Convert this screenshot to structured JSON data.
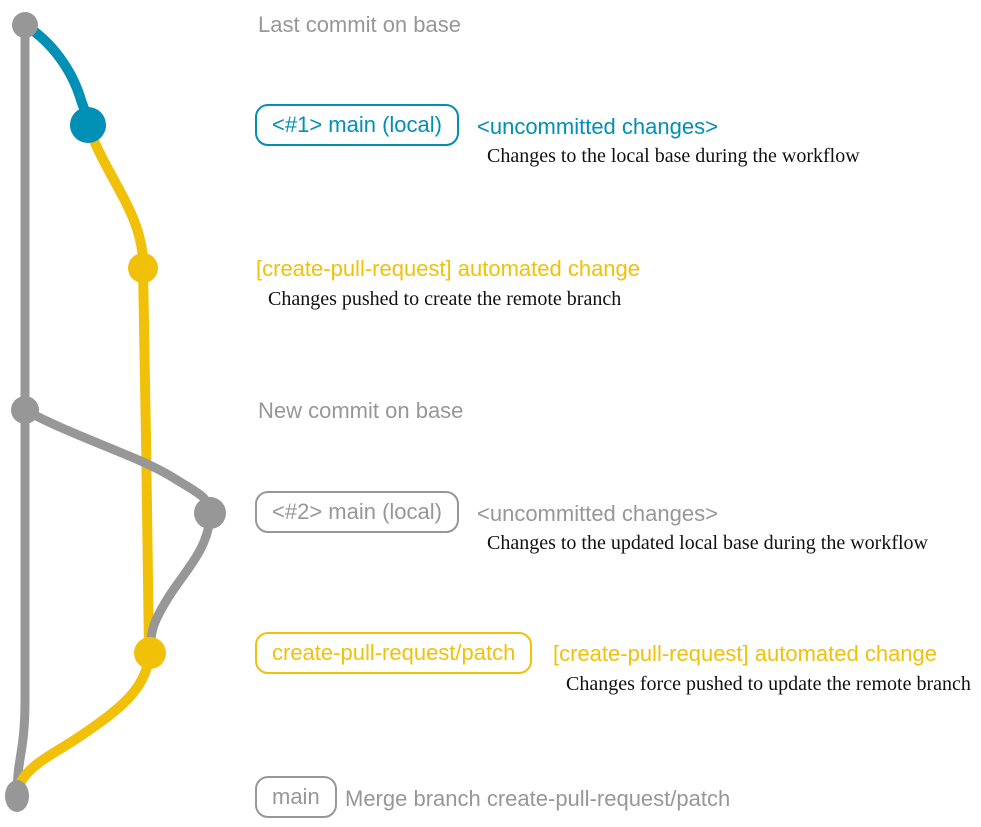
{
  "colors": {
    "gray": "#979797",
    "blue": "#008fb5",
    "yellow": "#f1c109",
    "ink": "#111111",
    "background": "#ffffff"
  },
  "graph": {
    "type": "git-commit-graph",
    "branches": [
      {
        "name": "base",
        "color_key": "gray"
      },
      {
        "name": "main (local)",
        "color_key": "blue"
      },
      {
        "name": "create-pull-request/patch",
        "color_key": "yellow"
      }
    ],
    "commits": [
      {
        "id": 1,
        "branch": "base",
        "color_key": "gray",
        "label": "Last commit on base"
      },
      {
        "id": 2,
        "branch": "main (local)",
        "color_key": "blue",
        "label": "<#1> main (local)",
        "message": "<uncommitted changes>"
      },
      {
        "id": 3,
        "branch": "create-pull-request/patch",
        "color_key": "yellow",
        "message": "[create-pull-request] automated change"
      },
      {
        "id": 4,
        "branch": "base",
        "color_key": "gray",
        "label": "New commit on base"
      },
      {
        "id": 5,
        "branch": "main (local)",
        "color_key": "gray",
        "label": "<#2> main (local)",
        "message": "<uncommitted changes>"
      },
      {
        "id": 6,
        "branch": "create-pull-request/patch",
        "color_key": "yellow",
        "label": "create-pull-request/patch",
        "message": "[create-pull-request] automated change"
      },
      {
        "id": 7,
        "branch": "base",
        "color_key": "gray",
        "label": "main",
        "message": "Merge branch create-pull-request/patch"
      }
    ]
  },
  "rows": {
    "last_commit": {
      "label": "Last commit on base"
    },
    "commit1": {
      "branch_label": "<#1> main (local)",
      "message": "<uncommitted changes>",
      "description": "Changes to the local base during the workflow"
    },
    "commit2": {
      "message": "[create-pull-request] automated change",
      "description": "Changes pushed to create the remote branch"
    },
    "new_commit": {
      "label": "New commit on base"
    },
    "commit3": {
      "branch_label": "<#2> main (local)",
      "message": "<uncommitted changes>",
      "description": "Changes to the updated local base during the workflow"
    },
    "commit4": {
      "branch_label": "create-pull-request/patch",
      "message": "[create-pull-request] automated change",
      "description": "Changes force pushed to update the remote branch"
    },
    "merge_commit": {
      "branch_label": "main",
      "message": "Merge branch create-pull-request/patch"
    }
  }
}
